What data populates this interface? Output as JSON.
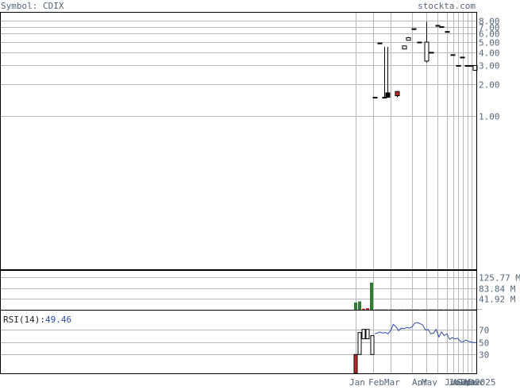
{
  "header": {
    "symbol_label": "Symbol: CDIX",
    "site": "stockta.com"
  },
  "chart_data": [
    {
      "type": "candlestick",
      "panel": "price",
      "y_scale": "log",
      "y_ticks": [
        {
          "value": 8.0,
          "label": "8.00"
        },
        {
          "value": 7.0,
          "label": "7.00"
        },
        {
          "value": 6.0,
          "label": "6.00"
        },
        {
          "value": 5.0,
          "label": "5.00"
        },
        {
          "value": 4.0,
          "label": "4.00"
        },
        {
          "value": 3.0,
          "label": "3.00"
        },
        {
          "value": 2.0,
          "label": "2.00"
        },
        {
          "value": 1.0,
          "label": "1.00"
        }
      ],
      "ylim": [
        0.035,
        9.5
      ],
      "x_labels": [
        "Jan",
        "Feb",
        "Mar",
        "Apr",
        "May",
        "Jun",
        "Jul",
        "Aug",
        "Sep",
        "Oct",
        "Nov",
        "Dec",
        "2025"
      ],
      "candles": [
        {
          "o": 1.5,
          "h": 1.5,
          "l": 1.5,
          "c": 1.5
        },
        {
          "o": 4.9,
          "h": 4.9,
          "l": 4.9,
          "c": 4.9
        },
        {
          "o": 1.5,
          "h": 4.5,
          "l": 1.5,
          "c": 1.5
        },
        {
          "o": 1.65,
          "h": 4.5,
          "l": 1.5,
          "c": 1.5
        },
        {
          "o": 1.7,
          "h": 1.7,
          "l": 1.5,
          "c": 1.55
        },
        {
          "o": 4.3,
          "h": 4.6,
          "l": 4.3,
          "c": 4.6
        },
        {
          "o": 5.2,
          "h": 5.6,
          "l": 5.2,
          "c": 5.5
        },
        {
          "o": 6.7,
          "h": 6.7,
          "l": 6.5,
          "c": 6.6
        },
        {
          "o": 5.0,
          "h": 5.0,
          "l": 5.0,
          "c": 5.0
        },
        {
          "o": 3.3,
          "h": 7.8,
          "l": 3.2,
          "c": 5.0
        },
        {
          "o": 4.0,
          "h": 4.0,
          "l": 4.0,
          "c": 4.0
        },
        {
          "o": 7.2,
          "h": 7.2,
          "l": 7.2,
          "c": 7.2
        },
        {
          "o": 7.0,
          "h": 7.0,
          "l": 7.0,
          "c": 7.0
        },
        {
          "o": 6.3,
          "h": 6.3,
          "l": 6.3,
          "c": 6.3
        },
        {
          "o": 3.8,
          "h": 3.8,
          "l": 3.8,
          "c": 3.8
        },
        {
          "o": 3.0,
          "h": 3.0,
          "l": 3.0,
          "c": 3.0
        },
        {
          "o": 3.6,
          "h": 3.6,
          "l": 3.6,
          "c": 3.6
        },
        {
          "o": 3.0,
          "h": 3.0,
          "l": 3.0,
          "c": 3.0
        },
        {
          "o": 3.0,
          "h": 3.0,
          "l": 3.0,
          "c": 3.0
        },
        {
          "o": 2.7,
          "h": 3.0,
          "l": 2.7,
          "c": 3.0
        }
      ]
    },
    {
      "type": "bar",
      "panel": "volume",
      "y_ticks": [
        {
          "value": 125.77,
          "label": "125.77 M"
        },
        {
          "value": 83.84,
          "label": "83.84 M"
        },
        {
          "value": 41.92,
          "label": "41.92 M"
        }
      ],
      "ylim": [
        0,
        150
      ],
      "bars": [
        {
          "value": 28,
          "color": "#2e7d32"
        },
        {
          "value": 32,
          "color": "#2e7d32"
        },
        {
          "value": 4,
          "color": "#c62828"
        },
        {
          "value": 6,
          "color": "#c62828"
        },
        {
          "value": 105,
          "color": "#2e7d32"
        },
        {
          "value": 1,
          "color": "#333333"
        },
        {
          "value": 1,
          "color": "#333333"
        },
        {
          "value": 1,
          "color": "#333333"
        },
        {
          "value": 1,
          "color": "#333333"
        },
        {
          "value": 1,
          "color": "#333333"
        },
        {
          "value": 1,
          "color": "#333333"
        },
        {
          "value": 1,
          "color": "#333333"
        },
        {
          "value": 1,
          "color": "#333333"
        },
        {
          "value": 1,
          "color": "#333333"
        },
        {
          "value": 1,
          "color": "#333333"
        },
        {
          "value": 1,
          "color": "#333333"
        },
        {
          "value": 1,
          "color": "#333333"
        },
        {
          "value": 1,
          "color": "#333333"
        },
        {
          "value": 1,
          "color": "#333333"
        },
        {
          "value": 1,
          "color": "#333333"
        }
      ]
    },
    {
      "type": "line",
      "panel": "rsi",
      "label": "RSI(14):",
      "current_value": "49.46",
      "y_ticks": [
        {
          "value": 70,
          "label": "70"
        },
        {
          "value": 50,
          "label": "50"
        },
        {
          "value": 30,
          "label": "30"
        }
      ],
      "ylim": [
        0,
        100
      ],
      "line_color": "#2b4aa8",
      "x": [
        0.9,
        1.7,
        2.5,
        3.3,
        4.1,
        4.9,
        5.7,
        6.5,
        7.3,
        8.1,
        8.9,
        9.7,
        10.5,
        11.3,
        12.1,
        12.9,
        13.7,
        14.5,
        15.3,
        16.1,
        16.9,
        17.7,
        18.5,
        19.3,
        20.1,
        20.9,
        21.7,
        22.5,
        23.3,
        24.1,
        24.9,
        25.7,
        26.5,
        27.3,
        28.1,
        28.9,
        29.7,
        30.5,
        31.3
      ],
      "values": [
        63,
        64,
        66,
        64,
        65,
        63,
        68,
        78,
        74,
        68,
        72,
        71,
        73,
        72,
        74,
        80,
        81,
        79,
        77,
        69,
        70,
        63,
        64,
        70,
        58,
        66,
        60,
        63,
        54,
        57,
        55,
        56,
        51,
        50,
        53,
        51,
        50,
        49,
        49
      ],
      "ticks": [
        {
          "o": 0,
          "c": 30,
          "color": "#c62828"
        },
        {
          "o": 30,
          "c": 65,
          "color": "#ffffff"
        },
        {
          "o": 55,
          "c": 70,
          "color": "#ffffff"
        },
        {
          "o": 55,
          "c": 70,
          "color": "#ffffff"
        },
        {
          "o": 30,
          "c": 60,
          "color": "#ffffff"
        }
      ]
    }
  ]
}
